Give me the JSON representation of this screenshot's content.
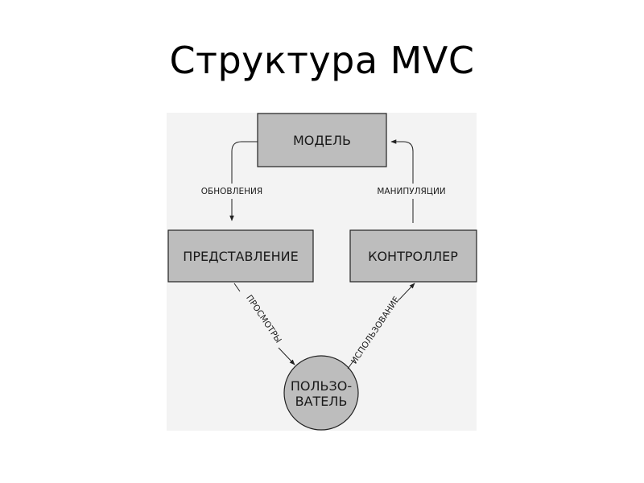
{
  "title": "Структура MVC",
  "nodes": {
    "model": "МОДЕЛЬ",
    "view": "ПРЕДСТАВЛЕНИЕ",
    "controller": "КОНТРОЛЛЕР",
    "user_line1": "ПОЛЬЗО-",
    "user_line2": "ВАТЕЛЬ"
  },
  "edges": {
    "updates": "ОБНОВЛЕНИЯ",
    "manipulations": "МАНИПУЛЯЦИИ",
    "views": "ПРОСМОТРЫ",
    "usage": "ИСПОЛЬЗОВАНИЕ"
  },
  "colors": {
    "box_fill": "#bdbdbd",
    "stroke": "#222222",
    "panel": "#f3f3f3"
  }
}
